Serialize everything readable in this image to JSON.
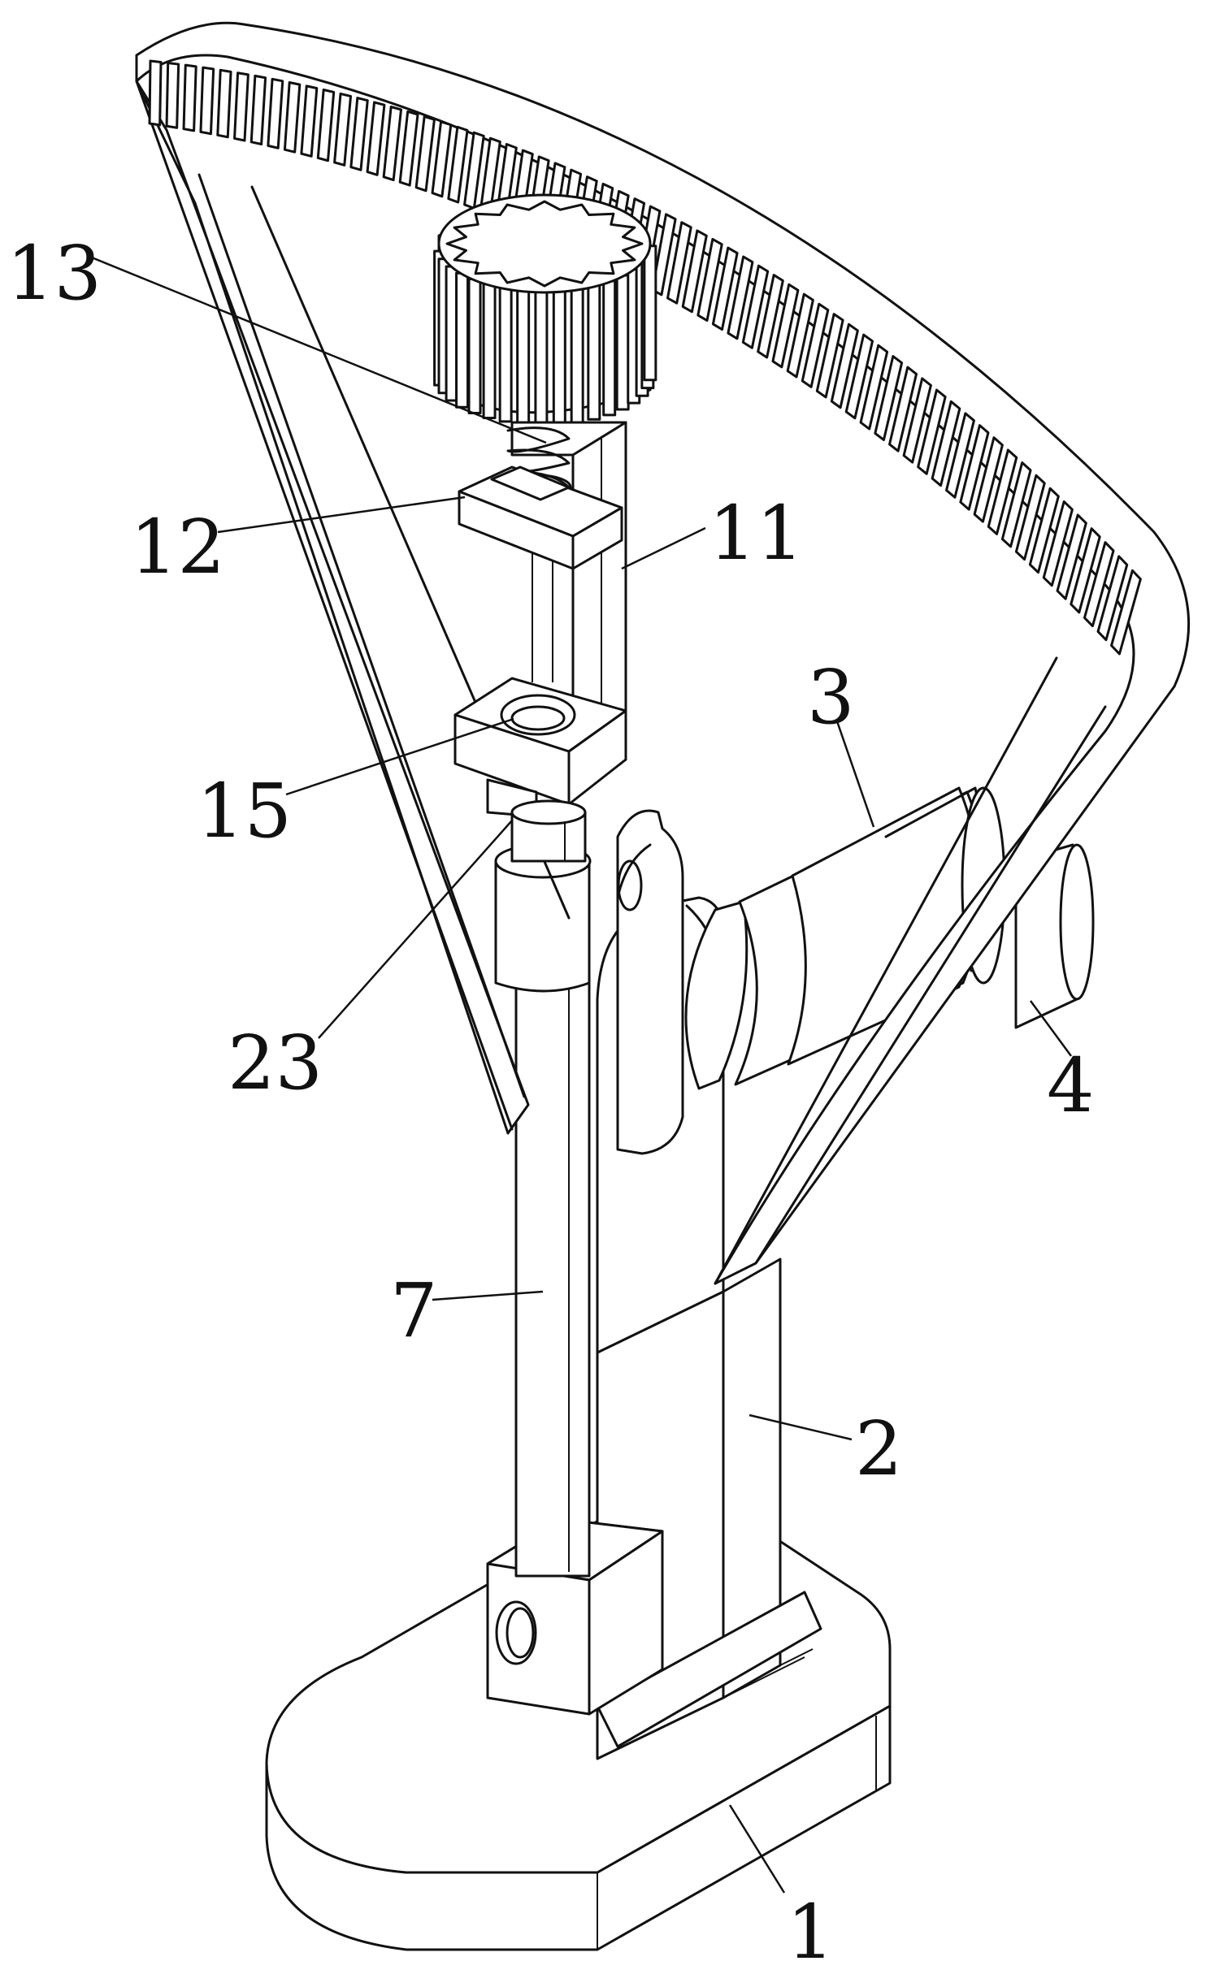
{
  "labels": {
    "l13": "13",
    "l12": "12",
    "l11": "11",
    "l15": "15",
    "l23": "23",
    "l3": "3",
    "l4": "4",
    "l7": "7",
    "l2": "2",
    "l1": "1"
  }
}
